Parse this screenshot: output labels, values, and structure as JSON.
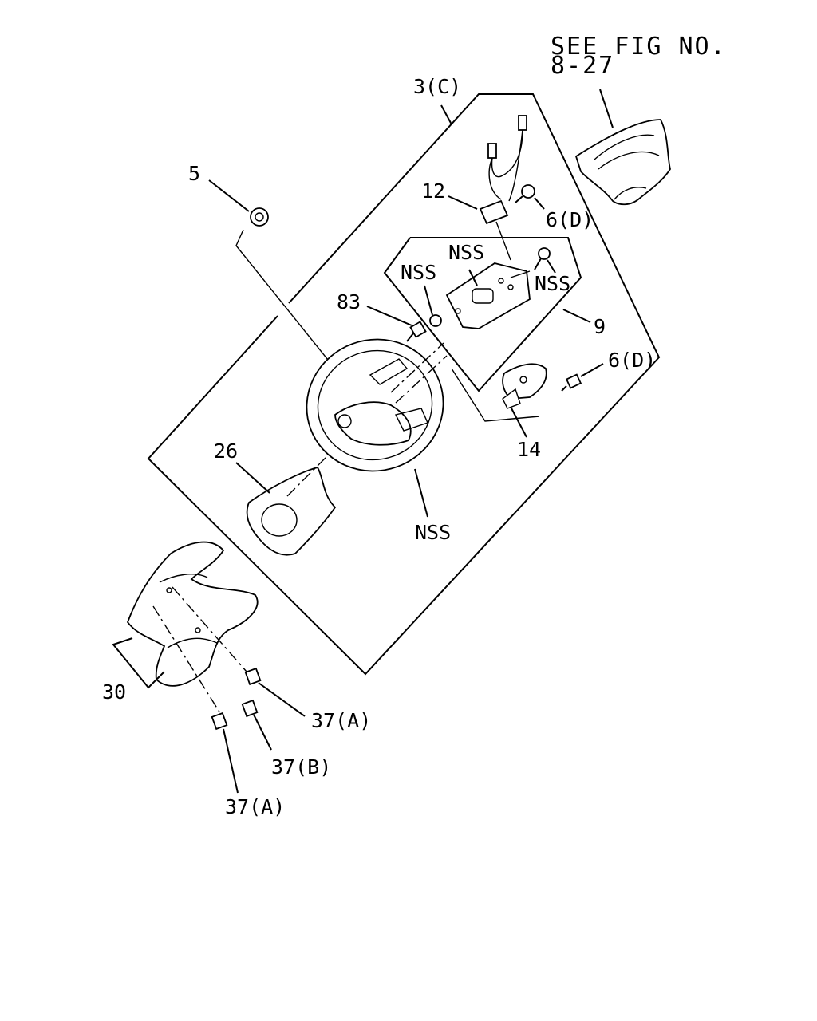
{
  "reference": {
    "line1": "SEE FIG NO.",
    "line2": "8-27"
  },
  "callouts": {
    "p3c": "3(C)",
    "p5": "5",
    "p12": "12",
    "p6d_top": "6(D)",
    "nss_top": "NSS",
    "nss_left": "NSS",
    "nss_right": "NSS",
    "p83": "83",
    "p9": "9",
    "p6d_mid": "6(D)",
    "p14": "14",
    "p26": "26",
    "nss_wheel": "NSS",
    "p30": "30",
    "p37a_right": "37(A)",
    "p37b": "37(B)",
    "p37a_bottom": "37(A)"
  }
}
